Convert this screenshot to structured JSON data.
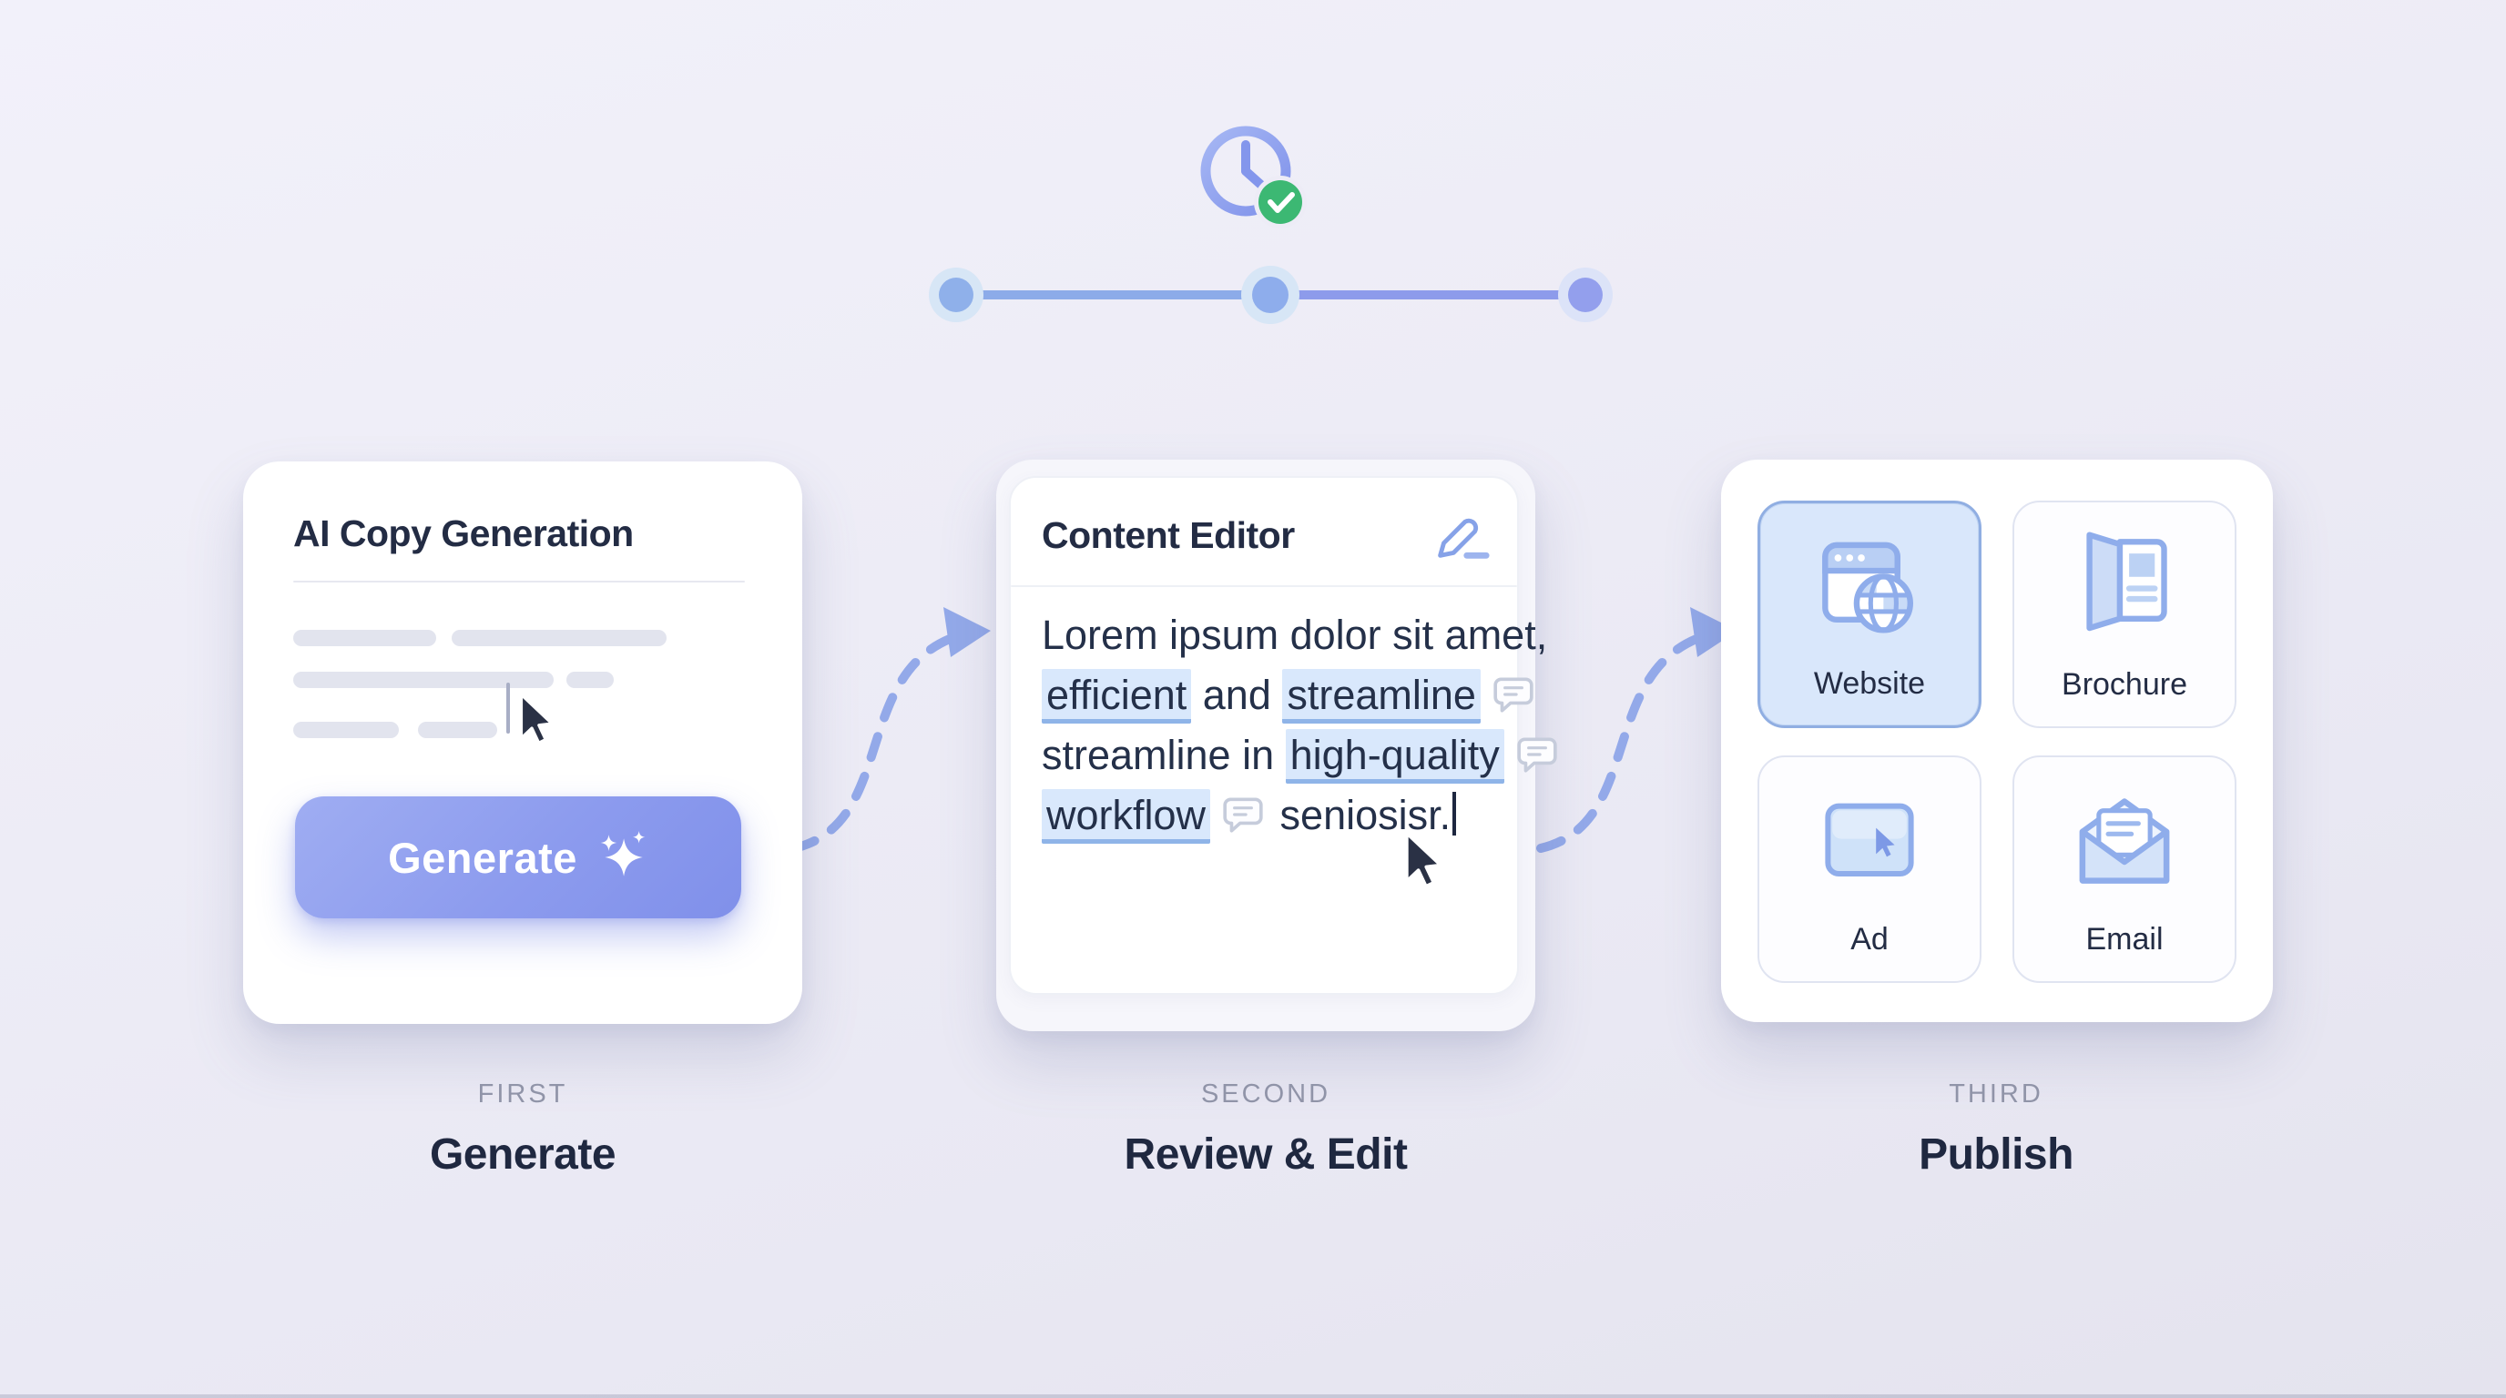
{
  "steps": [
    {
      "eyebrow": "FIRST",
      "title": "Generate"
    },
    {
      "eyebrow": "SECOND",
      "title": "Review & Edit"
    },
    {
      "eyebrow": "THIRD",
      "title": "Publish"
    }
  ],
  "cards": {
    "generation": {
      "title": "AI Copy Generation",
      "button": {
        "label": "Generate",
        "icon": "sparkles-icon"
      }
    },
    "editor": {
      "title": "Content Editor",
      "lines": {
        "l1": "Lorem ipsum dolor sit amet,",
        "l2a": "efficient",
        "l2b": " and ",
        "l2c": "streamline",
        "l3a": "streamline in ",
        "l3b": "high-quality",
        "l4a": "workflow",
        "l4b": " seniosisr."
      }
    },
    "publish": {
      "tiles": [
        {
          "label": "Website",
          "selected": true,
          "icon": "website-icon"
        },
        {
          "label": "Brochure",
          "selected": false,
          "icon": "brochure-icon"
        },
        {
          "label": "Ad",
          "selected": false,
          "icon": "ad-icon"
        },
        {
          "label": "Email",
          "selected": false,
          "icon": "email-icon"
        }
      ]
    }
  },
  "timeline": {
    "steps_total": 3,
    "icon": "clock-done-icon"
  },
  "colors": {
    "accent": "#8c9bee",
    "progress_line": "#8cabe9",
    "highlight_bg": "#d9e8fc",
    "highlight_underline": "#8fb4e8",
    "success_green": "#3cb873",
    "selected_tile_bg": "#d9e7fb",
    "selected_tile_border": "#90aee2",
    "text_dark": "#202940",
    "text_muted": "#9094a8",
    "skeleton": "#e2e4ee"
  }
}
